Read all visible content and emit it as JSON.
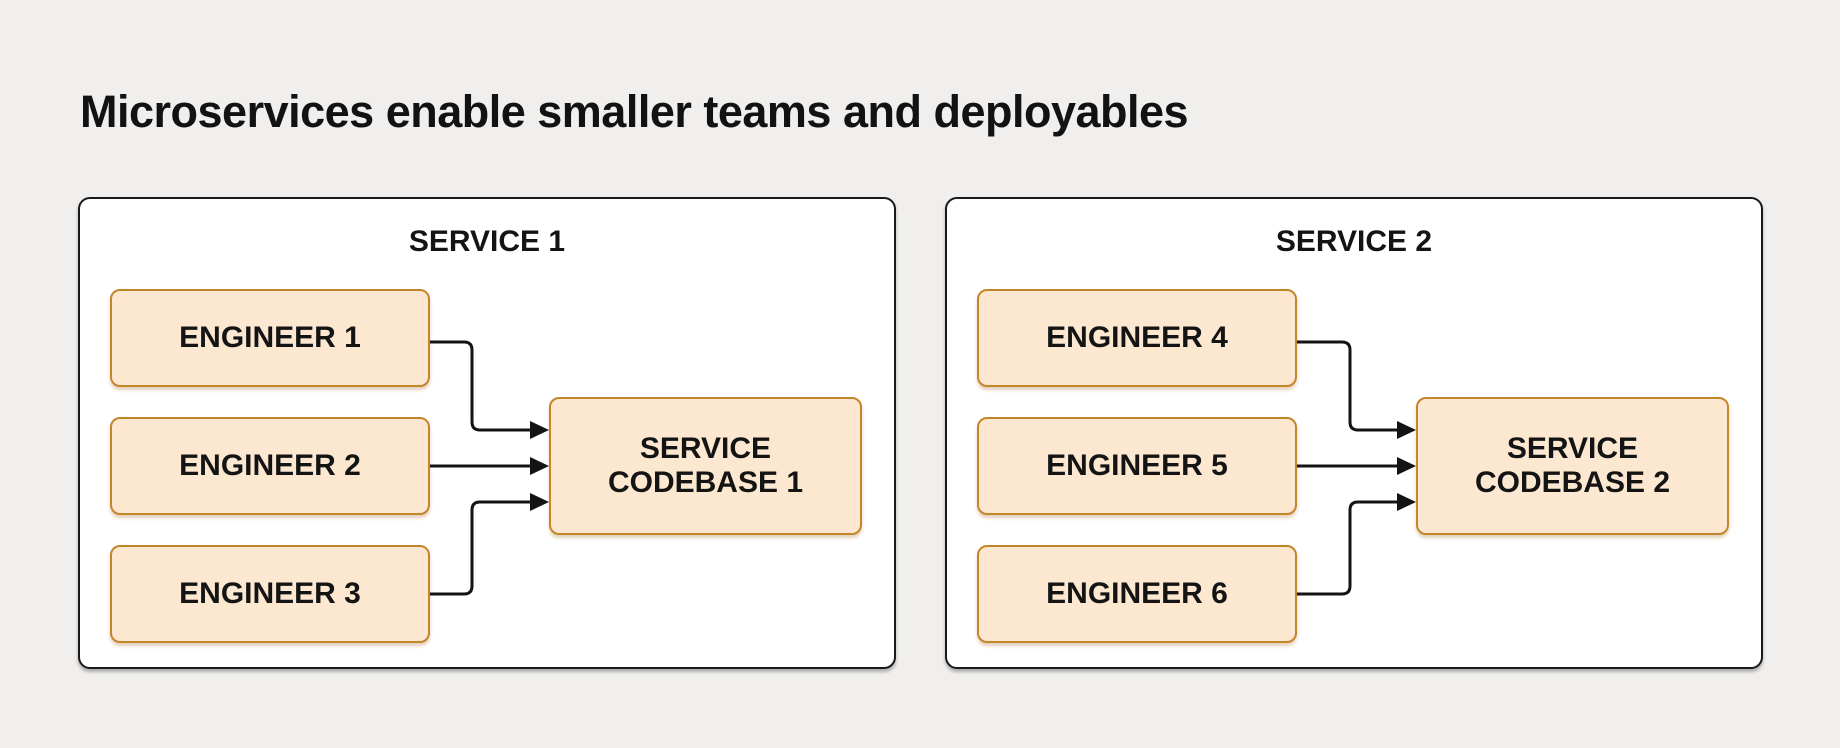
{
  "page": {
    "title": "Microservices enable smaller teams and deployables",
    "background_color": "#f0efed"
  },
  "colors": {
    "panel_background": "#ffffff",
    "panel_border": "#1a1a1a",
    "node_fill": "#fce8d0",
    "node_border": "#c5862b",
    "arrow": "#141414",
    "text": "#141414"
  },
  "services": [
    {
      "name": "SERVICE 1",
      "engineers": [
        "ENGINEER 1",
        "ENGINEER 2",
        "ENGINEER 3"
      ],
      "codebase_lines": [
        "SERVICE",
        "CODEBASE 1"
      ]
    },
    {
      "name": "SERVICE 2",
      "engineers": [
        "ENGINEER 4",
        "ENGINEER 5",
        "ENGINEER 6"
      ],
      "codebase_lines": [
        "SERVICE",
        "CODEBASE 2"
      ]
    }
  ]
}
